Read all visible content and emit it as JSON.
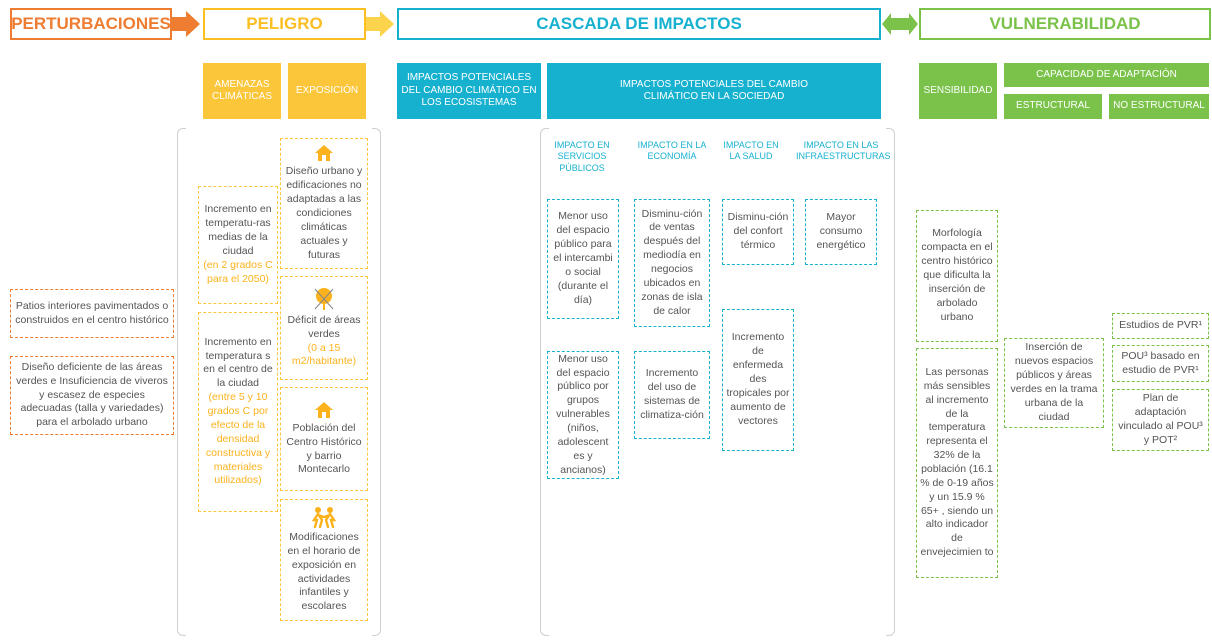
{
  "headers": {
    "perturbaciones": "PERTURBACIONES",
    "peligro": "PELIGRO",
    "cascada": "CASCADA DE IMPACTOS",
    "vulnerabilidad": "VULNERABILIDAD"
  },
  "subheaders": {
    "amenazas": "AMENAZAS CLIMÁTICAS",
    "exposicion": "EXPOSICIÓN",
    "ecosistemas": "IMPACTOS POTENCIALES DEL CAMBIO CLIMÁTICO EN LOS ECOSISTEMAS",
    "sociedad": "IMPACTOS POTENCIALES DEL CAMBIO CLIMÁTICO EN LA SOCIEDAD",
    "sensibilidad": "SENSIBILIDAD",
    "capacidad": "CAPACIDAD DE ADAPTACIÓN",
    "estructural": "ESTRUCTURAL",
    "no_estructural": "NO ESTRUCTURAL"
  },
  "categories": {
    "servicios": "IMPACTO EN SERVICIOS PÚBLICOS",
    "economia": "IMPACTO EN LA ECONOMÍA",
    "salud": "IMPACTO EN LA SALUD",
    "infra": "IMPACTO EN LAS INFRAESTRUCTURAS"
  },
  "perturbaciones": {
    "p1": "Patios interiores pavimentados o construidos en el centro histórico",
    "p2": "Diseño deficiente de las áreas verdes e Insuficiencia de viveros y escasez de especies adecuadas (talla y variedades) para el arbolado urbano"
  },
  "amenazas": {
    "a1_text": "Incremento en temperatu-ras medias de la ciudad",
    "a1_hl": "(en 2 grados C para el 2050)",
    "a2_text": "Incremento en temperatura s en el centro de la ciudad",
    "a2_hl": "(entre 5 y 10 grados C por efecto de la densidad constructiva y materiales utilizados)"
  },
  "exposicion": {
    "e1": "Diseño urbano y edificaciones no adaptadas a las condiciones climáticas actuales y futuras",
    "e1_icon": "house-icon",
    "e2_text": "Déficit de áreas verdes",
    "e2_hl": "(0 a 15 m2/habitante)",
    "e2_icon": "tree-icon",
    "e3": "Población del Centro Histórico y barrio Montecarlo",
    "e3_icon": "house-icon",
    "e4": "Modificaciones en el horario de exposición en actividades infantiles y escolares",
    "e4_icon": "children-icon"
  },
  "impactos": {
    "s1": "Menor uso del espacio público para el intercambi o social (durante el día)",
    "s2": "Menor uso del espacio público por grupos vulnerables (niños, adolescent es y ancianos)",
    "ec1": "Disminu-ción de ventas después del mediodía en negocios ubicados en zonas de isla de calor",
    "ec2": "Incremento del uso de sistemas de climatiza-ción",
    "h1": "Disminu-ción del confort térmico",
    "h2": "Incremento de enfermeda des tropicales por aumento de vectores",
    "i1": "Mayor consumo energético"
  },
  "vulnerabilidad": {
    "sens1": "Morfología compacta en el centro histórico que dificulta la inserción de arbolado urbano",
    "sens2": "Las personas más sensibles al incremento de la temperatura representa el 32% de la población (16.1 % de 0-19 años y un 15.9 % 65+ , siendo un alto indicador de envejecimien to",
    "estr1": "Inserción de nuevos espacios públicos y áreas verdes en la trama urbana de la ciudad",
    "ne1": "Estudios de PVR¹",
    "ne2": "POU³ basado en estudio de PVR¹",
    "ne3": "Plan de adaptación vinculado al POU³ y POT²"
  },
  "colors": {
    "orange": "#ee7d31",
    "yellow": "#fcc63a",
    "cyan": "#17b1d0",
    "green": "#7ac24a"
  }
}
